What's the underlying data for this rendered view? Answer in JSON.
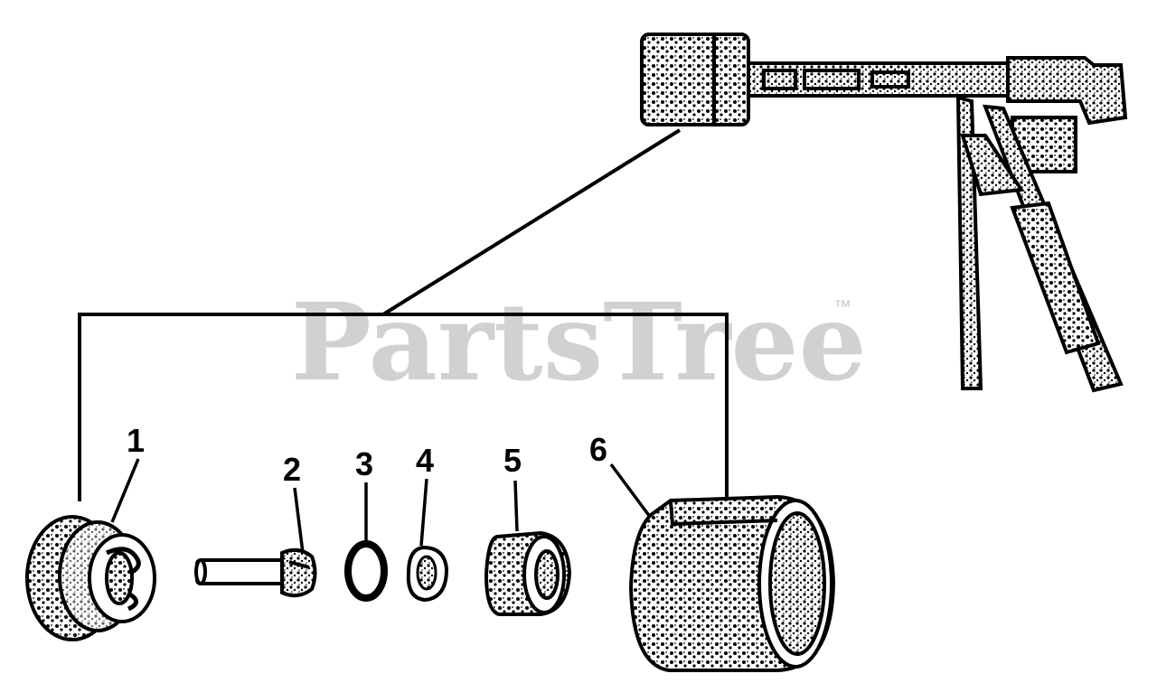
{
  "watermark": {
    "text": "PartsTree",
    "trademark": "™"
  },
  "callouts": [
    "1",
    "2",
    "3",
    "4",
    "5",
    "6"
  ],
  "colors": {
    "ink": "#000000",
    "watermark": "#c9c9c9",
    "paper": "#ffffff"
  }
}
